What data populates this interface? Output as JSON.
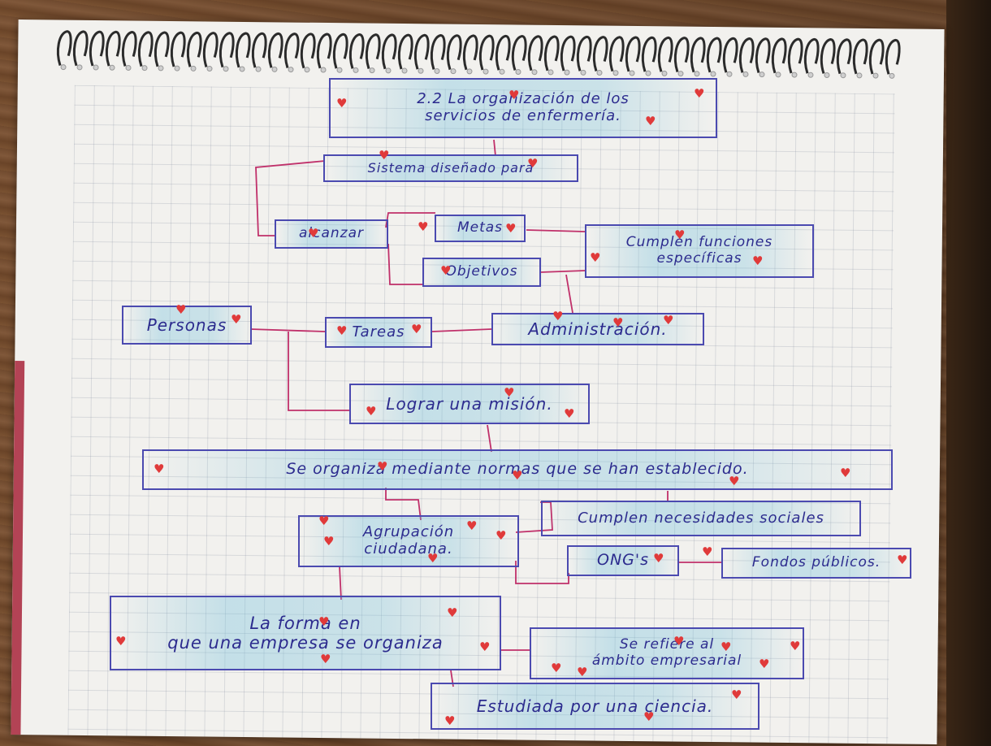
{
  "nodes": {
    "title": "2.2 La organización de los\nservicios de enfermería.",
    "sistema": "Sistema diseñado para",
    "alcanzar": "alcanzar",
    "metas": "Metas",
    "objetivos": "Objetivos",
    "cumplen_funciones": "Cumplen funciones\nespecíficas",
    "personas": "Personas",
    "tareas": "Tareas",
    "administracion": "Administración.",
    "mision": "Lograr una misión.",
    "se_organiza": "Se organiza   mediante   normas que se han establecido.",
    "agrupacion": "Agrupación\nciudadana.",
    "cumplen_necesidades": "Cumplen necesidades sociales",
    "ongs": "ONG's",
    "fondos": "Fondos públicos.",
    "forma": "La forma en\nque una empresa se organiza",
    "refiere": "Se refiere al\námbito empresarial",
    "estudiada": "Estudiada por una ciencia."
  },
  "colors": {
    "ink": "#2c2b8e",
    "box_border": "#4b4ab0",
    "connector": "#c0306a",
    "highlight": "#6ebedc",
    "hearts": "#e03a3a",
    "paper": "#f2f1ee",
    "wood": "#7a5232"
  }
}
